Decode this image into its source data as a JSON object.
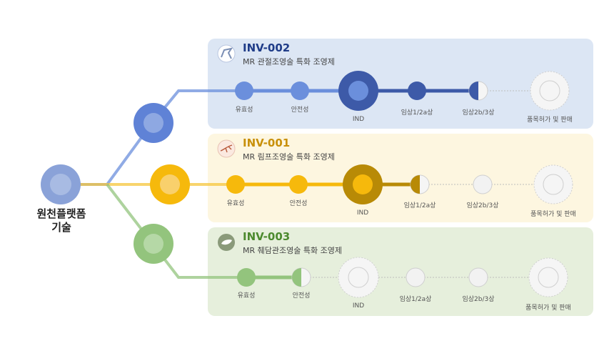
{
  "root": {
    "line1": "원천플랫폼",
    "line2": "기술"
  },
  "programs": [
    {
      "code": "INV-002",
      "name": "MR 관절조영술 특화 조영제",
      "color": "#1f3c88"
    },
    {
      "code": "INV-001",
      "name": "MR 림프조영술 특화 조영제",
      "color": "#c8900a"
    },
    {
      "code": "INV-003",
      "name": "MR 췌담관조영술 특화 조영제",
      "color": "#4c8a2e"
    }
  ],
  "stages": [
    "유효성",
    "안전성",
    "IND",
    "임상1/2a상",
    "임상2b/3상",
    "품목허가 및 판매"
  ],
  "colors": {
    "blue": "#6b8fdc",
    "blue_dark": "#3d5aa8",
    "yellow": "#f6b90c",
    "yellow_dark": "#b88a06",
    "green": "#93c47d",
    "root": "#8aa2d8"
  }
}
